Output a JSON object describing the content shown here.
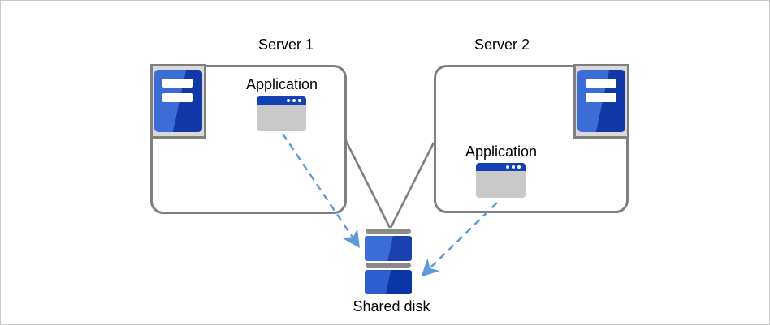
{
  "nodes": {
    "server1": {
      "label": "Server 1",
      "application_label": "Application"
    },
    "server2": {
      "label": "Server 2",
      "application_label": "Application"
    },
    "shared_disk": {
      "label": "Shared disk"
    }
  },
  "icons": {
    "server1_icon": "server-tower-icon",
    "server2_icon": "server-tower-icon",
    "application_icon": "application-window-icon",
    "shared_disk_icon": "disk-stack-icon"
  },
  "edges": [
    {
      "from": "server1-box",
      "to": "shared-disk",
      "style": "solid-gray-line"
    },
    {
      "from": "server2-box",
      "to": "shared-disk",
      "style": "solid-gray-line"
    },
    {
      "from": "server1-application",
      "to": "shared-disk",
      "style": "dashed-blue-arrow"
    },
    {
      "from": "server2-application",
      "to": "shared-disk",
      "style": "dashed-blue-arrow"
    }
  ],
  "colors": {
    "tower_blue_light": "#3c6cd6",
    "tower_blue_dark": "#1238a8",
    "window_titlebar_blue": "#1441b3",
    "window_body_gray": "#c9c9c9",
    "icon_frame_gray": "#d9d9d9",
    "connector_gray": "#7f7f7f",
    "arrow_blue": "#5b9bd5",
    "disk_bar_gray": "#8a8a8a",
    "canvas_border": "#c9c9c9"
  }
}
